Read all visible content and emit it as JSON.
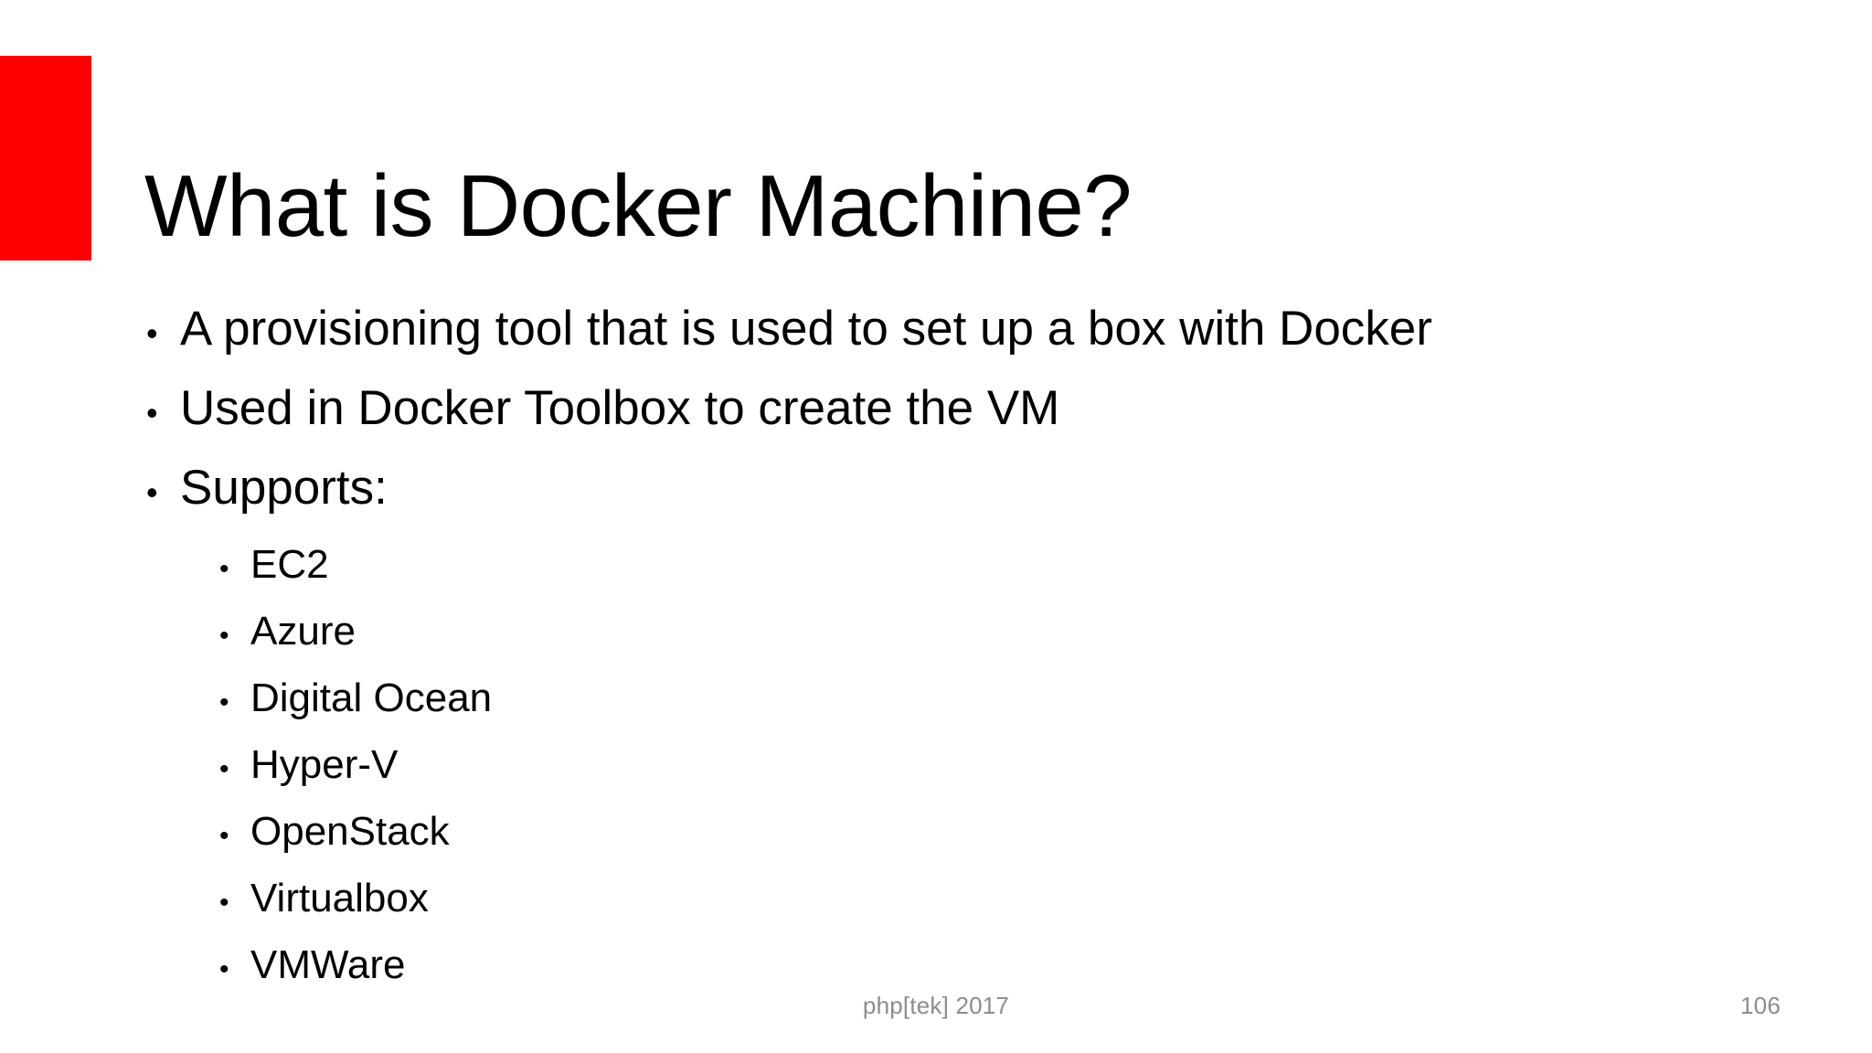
{
  "slide": {
    "title": "What is Docker Machine?",
    "accent_color": "#ff0000",
    "background_color": "#ffffff",
    "text_color": "#000000",
    "footer_color": "#8c8c8c"
  },
  "bullets": [
    {
      "level": 1,
      "marker": "•",
      "text": "A provisioning tool that is used to set up a box with Docker"
    },
    {
      "level": 1,
      "marker": "•",
      "text": "Used in Docker Toolbox to create the VM"
    },
    {
      "level": 1,
      "marker": "•",
      "text": "Supports:"
    }
  ],
  "supports": [
    {
      "level": 2,
      "marker": "•",
      "text": "EC2"
    },
    {
      "level": 2,
      "marker": "•",
      "text": "Azure"
    },
    {
      "level": 2,
      "marker": "•",
      "text": "Digital Ocean"
    },
    {
      "level": 2,
      "marker": "•",
      "text": "Hyper-V"
    },
    {
      "level": 2,
      "marker": "•",
      "text": "OpenStack"
    },
    {
      "level": 2,
      "marker": "•",
      "text": "Virtualbox"
    },
    {
      "level": 2,
      "marker": "•",
      "text": "VMWare"
    }
  ],
  "footer": {
    "conference": "php[tek] 2017",
    "page_number": "106"
  }
}
